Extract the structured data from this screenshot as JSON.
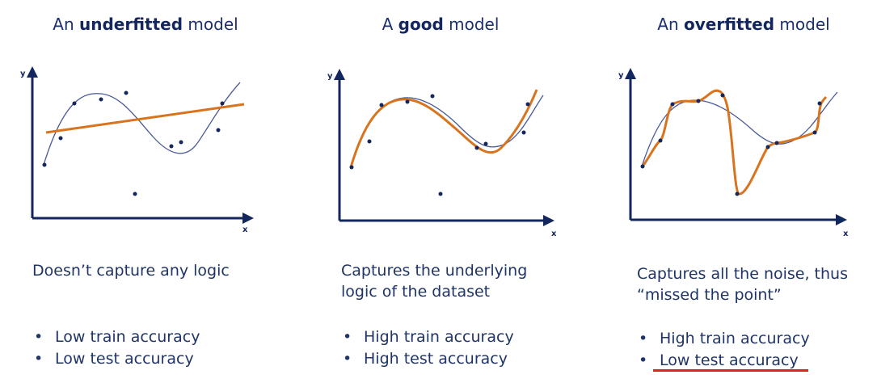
{
  "panels": [
    {
      "title_prefix": "An ",
      "title_bold": "underfitted",
      "title_suffix": " model",
      "caption": "Doesn’t capture any logic",
      "bullets": [
        "Low train accuracy",
        "Low test accuracy"
      ],
      "axis_x": "x",
      "axis_y": "y"
    },
    {
      "title_prefix": "A ",
      "title_bold": "good",
      "title_suffix": " model",
      "caption": "Captures the underlying\nlogic of the dataset",
      "bullets": [
        "High train accuracy",
        "High test accuracy"
      ],
      "axis_x": "x",
      "axis_y": "y"
    },
    {
      "title_prefix": "An ",
      "title_bold": "overfitted",
      "title_suffix": " model",
      "caption": "Captures all the noise, thus\n“missed the point”",
      "bullets": [
        "High train accuracy",
        "Low test accuracy"
      ],
      "axis_x": "x",
      "axis_y": "y"
    }
  ],
  "colors": {
    "axis": "#14265e",
    "true_curve": "#4a5a9a",
    "model_fit": "#d9741e",
    "points": "#14265e",
    "highlight_underline": "#e0211d"
  }
}
